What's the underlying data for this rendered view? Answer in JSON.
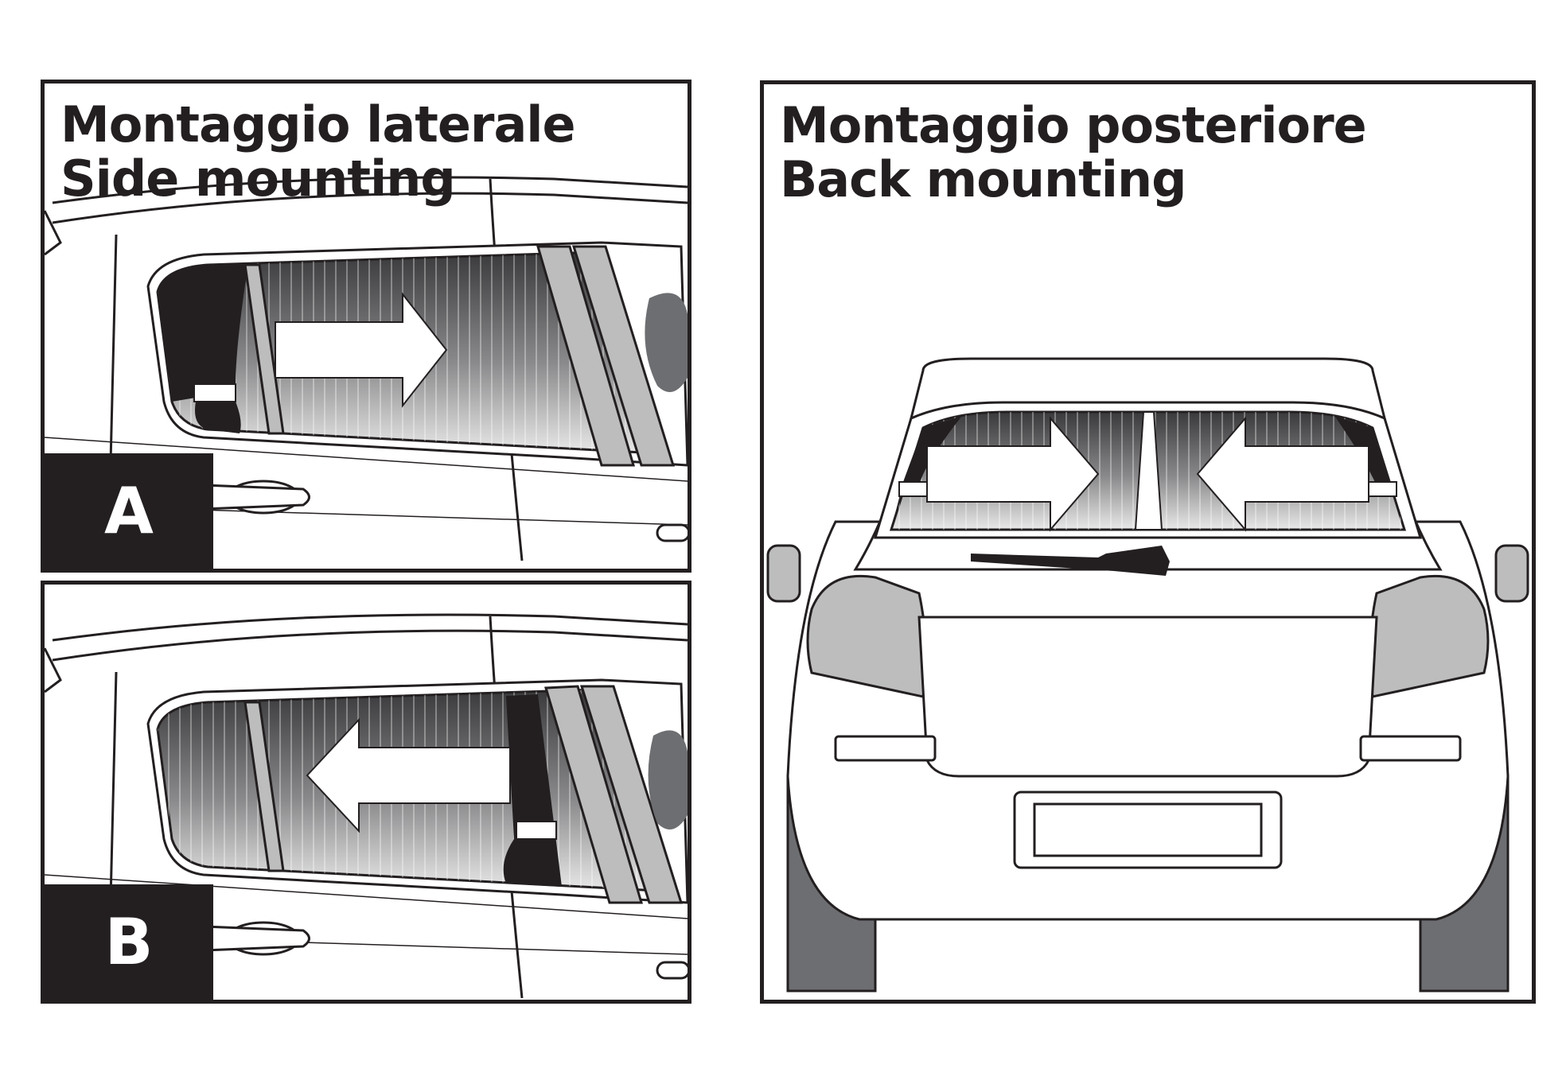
{
  "panels": {
    "side": {
      "title_it": "Montaggio laterale",
      "title_en": "Side mounting"
    },
    "a": {
      "label": "A"
    },
    "b": {
      "label": "B"
    },
    "back": {
      "title_it": "Montaggio posteriore",
      "title_en": "Back mounting"
    }
  },
  "colors": {
    "ink": "#231f20",
    "grey": "#bdbdbd",
    "dark_grey": "#6d6e71",
    "white": "#ffffff"
  }
}
